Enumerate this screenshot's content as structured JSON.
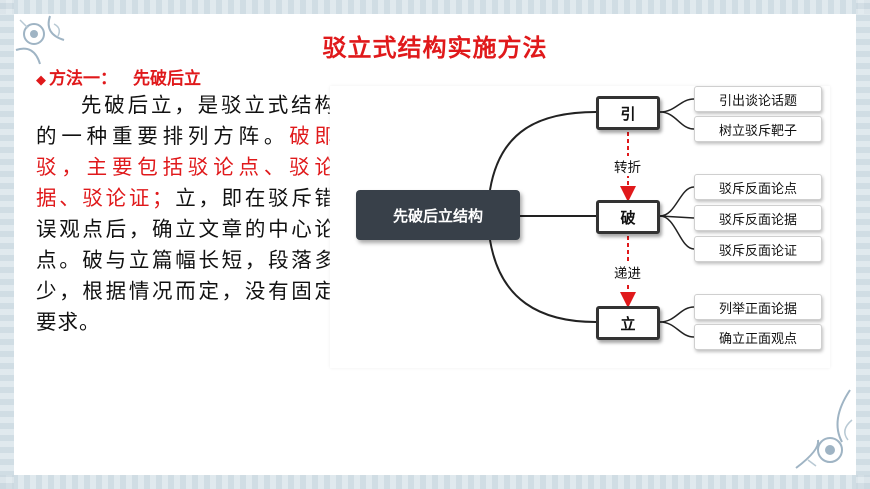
{
  "slide": {
    "title": "驳立式结构实施方法",
    "method_label": "方法一：",
    "method_name": "先破后立"
  },
  "paragraph": {
    "part1": "先破后立，是驳立式结构的一种重要排列方阵。",
    "part2_red": "破即驳，主要包括驳论点、驳论据、驳论证；",
    "part3": "立，即在驳斥错误观点后，确立文章的中心论点。破与立篇幅长短，段落多少，根据情况而定，没有固定要求。"
  },
  "diagram": {
    "root": "先破后立结构",
    "steps": [
      {
        "label": "引",
        "leaves": [
          "引出谈论话题",
          "树立驳斥靶子"
        ]
      },
      {
        "label": "破",
        "leaves": [
          "驳斥反面论点",
          "驳斥反面论据",
          "驳斥反面论证"
        ]
      },
      {
        "label": "立",
        "leaves": [
          "列举正面论据",
          "确立正面观点"
        ]
      }
    ],
    "transitions": [
      "转折",
      "递进"
    ],
    "arrow_color": "#e0191b",
    "line_color": "#222222"
  },
  "colors": {
    "accent_red": "#e0191b",
    "root_fill": "#384049",
    "border_bg": "#dbe6ec"
  }
}
